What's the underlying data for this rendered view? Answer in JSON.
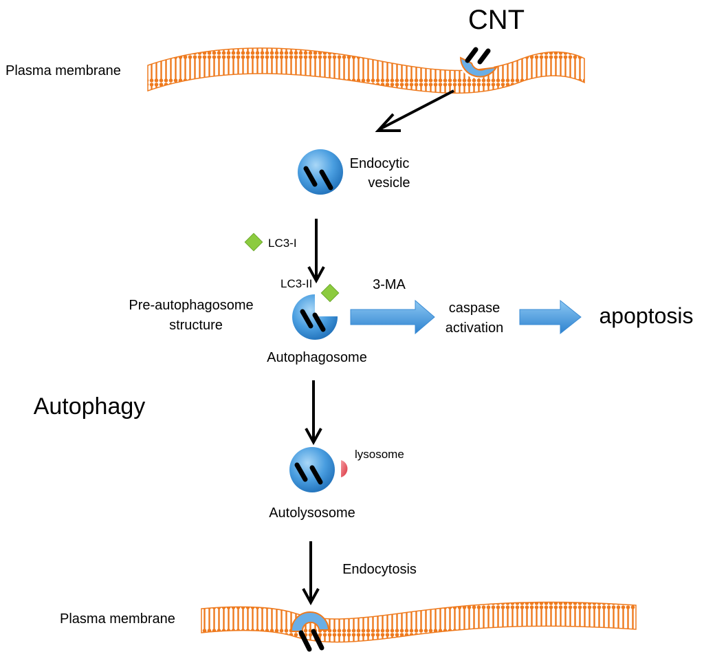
{
  "labels": {
    "cnt": "CNT",
    "plasma_membrane_top": "Plasma membrane",
    "endocytic_vesicle_line1": "Endocytic",
    "endocytic_vesicle_line2": "vesicle",
    "lc3_i": "LC3-I",
    "lc3_ii": "LC3-II",
    "three_ma": "3-MA",
    "pre_autophagosome_line1": "Pre-autophagosome",
    "pre_autophagosome_line2": "structure",
    "autophagosome": "Autophagosome",
    "caspase_line1": "caspase",
    "caspase_line2": "activation",
    "apoptosis": "apoptosis",
    "autophagy": "Autophagy",
    "lysosome": "lysosome",
    "autolysosome": "Autolysosome",
    "endocytosis": "Endocytosis",
    "plasma_membrane_bottom": "Plasma membrane"
  },
  "colors": {
    "membrane": "#ee7a1e",
    "vesicle": "#3b8fd6",
    "vesicle_light": "#9fd0f5",
    "lc3": "#8ccb3f",
    "lysosome": "#e8505a",
    "flow_arrow": "#4a9ee0"
  }
}
